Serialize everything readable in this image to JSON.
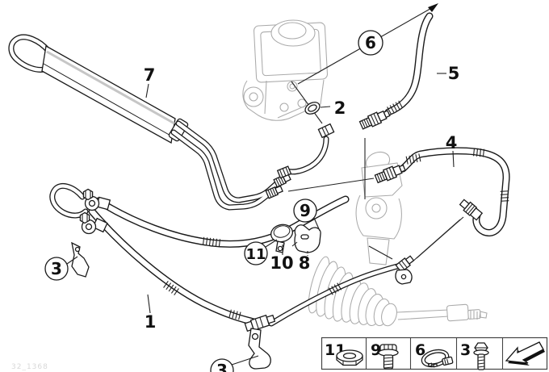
{
  "colors": {
    "line": "#1a1a1a",
    "ghost": "#a0a0a0",
    "background": "#ffffff"
  },
  "callouts": {
    "1": "1",
    "2": "2",
    "3": "3",
    "4": "4",
    "5": "5",
    "6": "6",
    "7": "7",
    "8": "8",
    "9": "9",
    "10": "10",
    "11": "11"
  },
  "legend": {
    "cells": [
      {
        "num": "11",
        "icon": "hex-nut"
      },
      {
        "num": "9",
        "icon": "torx-screw"
      },
      {
        "num": "6",
        "icon": "hose-clamp"
      },
      {
        "num": "3",
        "icon": "hex-bolt"
      },
      {
        "num": "",
        "icon": "direction-arrow"
      }
    ]
  },
  "watermark": {
    "text": "32_1368"
  }
}
